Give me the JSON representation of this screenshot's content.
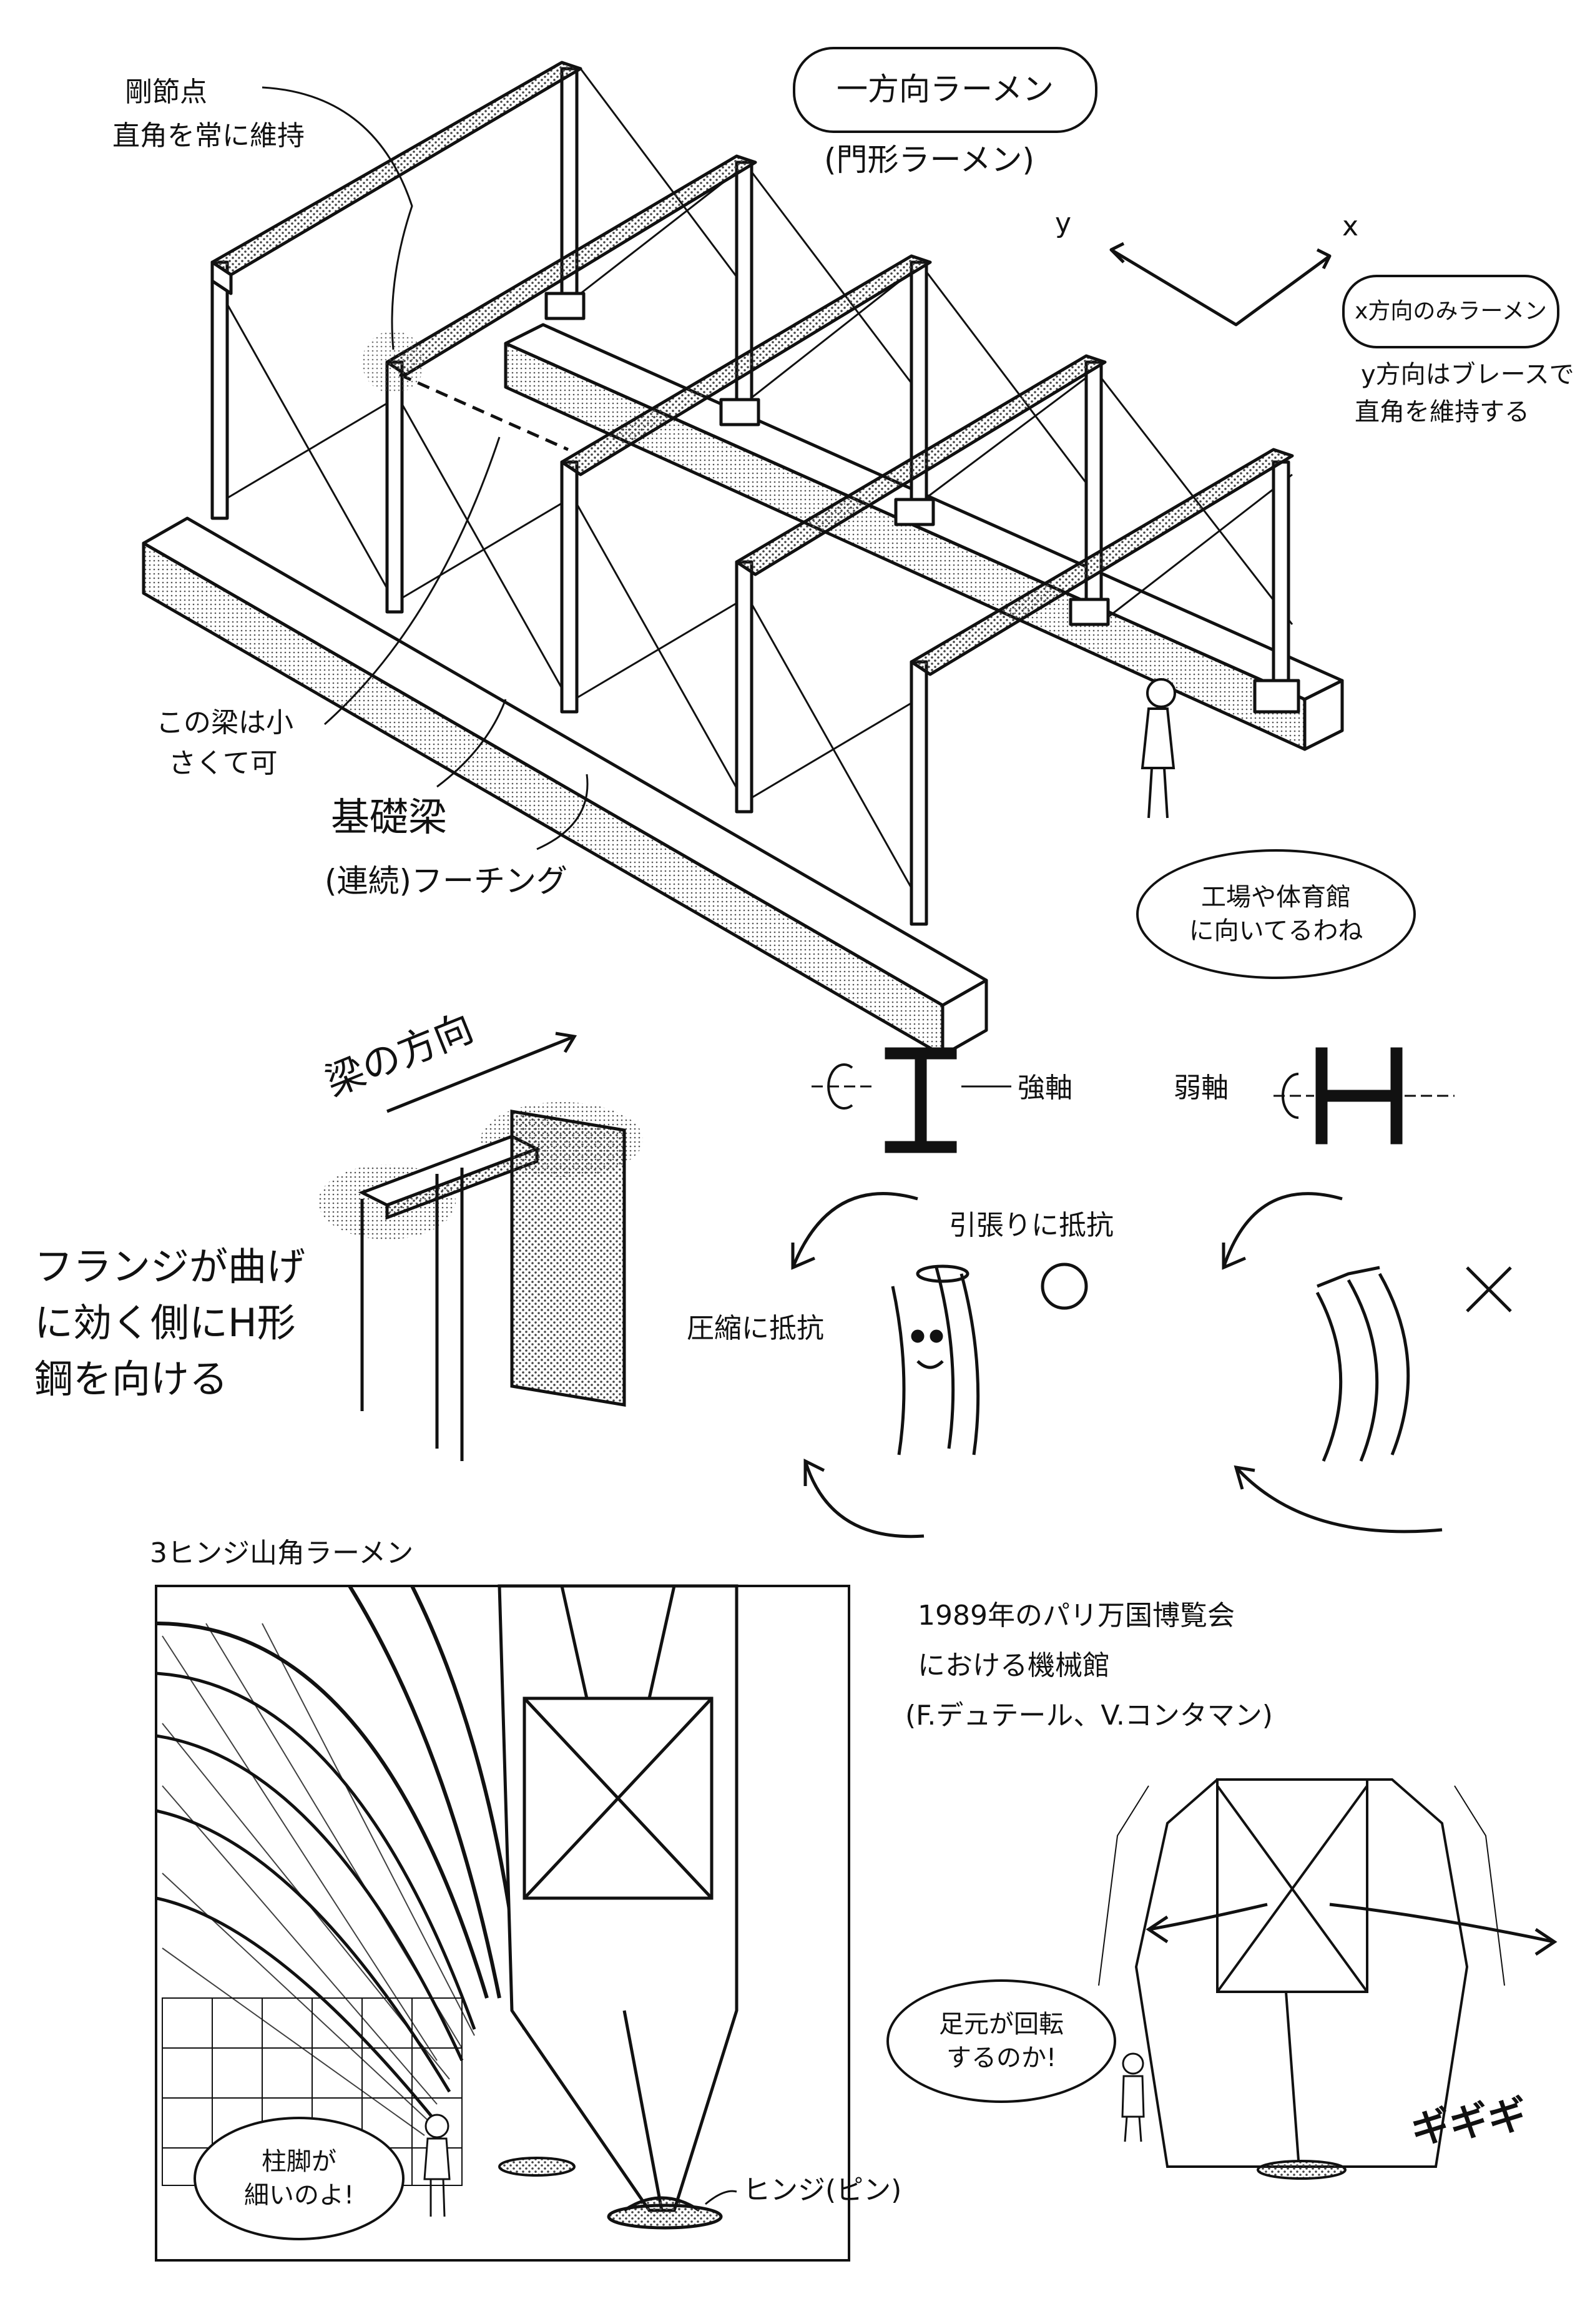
{
  "top_diagram": {
    "title": "一方向ラーメン",
    "subtitle": "(門形ラーメン)",
    "rigid_joint_label": [
      "剛節点",
      "直角を常に維持"
    ],
    "axis_y": "y",
    "axis_x": "x",
    "x_direction_note": "x方向のみラーメン",
    "y_direction_note": [
      "y方向はブレースで",
      "直角を維持する"
    ],
    "small_beam_note": [
      "この梁は小",
      "さくて可"
    ],
    "foundation_beam": "基礎梁",
    "footing": "(連続)フーチング",
    "speech": [
      "工場や体育館",
      "に向いてるわね"
    ]
  },
  "middle_diagram": {
    "beam_direction": "梁の方向",
    "flange_note": [
      "フランジが曲げ",
      "に効く側にH形",
      "鋼を向ける"
    ],
    "strong_axis": "強軸",
    "weak_axis": "弱軸",
    "tension_resist": "引張りに抵抗",
    "compression_resist": "圧縮に抵抗",
    "good_mark": "○",
    "bad_mark": "×"
  },
  "bottom_diagram": {
    "title": "3ヒンジ山角ラーメン",
    "caption": [
      "1989年のパリ万国博覧会",
      "における機械館",
      "(F.デュテール、V.コンタマン)"
    ],
    "hinge_label": "ヒンジ(ピン)",
    "speech_left": [
      "柱脚が",
      "細いのよ!"
    ],
    "speech_right": [
      "足元が回転",
      "するのか!"
    ],
    "sound_effect": "ギギギ"
  }
}
